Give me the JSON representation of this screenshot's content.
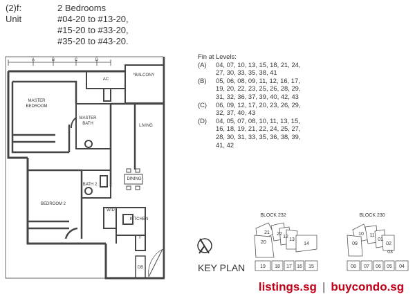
{
  "header": {
    "code": "(2)f:",
    "title": "2 Bedrooms",
    "unit_label": "Unit",
    "unit_lines": [
      "#04-20 to #13-20,",
      "#15-20 to #33-20,",
      "#35-20 to #43-20."
    ]
  },
  "finishes": {
    "title": "Fin at Levels:",
    "rows": [
      {
        "letter": "(A)",
        "lines": [
          "04, 07, 10, 13, 15, 18, 21, 24,",
          "27, 30, 33, 35, 38, 41"
        ]
      },
      {
        "letter": "(B)",
        "lines": [
          "05, 06, 08, 09, 11, 12, 16, 17,",
          "19, 20, 22, 23, 25, 26, 28, 29,",
          "31, 32, 36, 37, 39, 40, 42, 43"
        ]
      },
      {
        "letter": "(C)",
        "lines": [
          "06, 09, 12, 17, 20, 23, 26, 29,",
          "32, 37, 40, 43"
        ]
      },
      {
        "letter": "(D)",
        "lines": [
          "04, 05, 07, 08, 10, 11, 13, 15,",
          "16, 18, 19, 21, 22, 24, 25, 27,",
          "28, 30, 31, 33, 35, 36, 38, 39,",
          "41, 42"
        ]
      }
    ]
  },
  "plan": {
    "wall_color": "#444444",
    "fin_markers": [
      "A",
      "B",
      "C",
      "D"
    ],
    "rooms": {
      "ac": "AC",
      "balcony": "*BALCONY",
      "master_bedroom_1": "MASTER",
      "master_bedroom_2": "BEDROOM",
      "master_bath_1": "MASTER",
      "master_bath_2": "BATH",
      "living": "LIVING",
      "dining": "DINING",
      "bath2": "BATH 2",
      "bedroom2": "BEDROOM 2",
      "wd": "W/D",
      "kitchen": "KITCHEN",
      "f": "F",
      "db": "DB"
    }
  },
  "key_plan": {
    "label": "KEY PLAN",
    "block232": {
      "label": "BLOCK 232",
      "top_units": [
        "21",
        "22",
        "12",
        "13"
      ],
      "mid_units": [
        "20",
        "14"
      ],
      "bottom_units": [
        "19",
        "18",
        "17",
        "16",
        "15"
      ]
    },
    "block230": {
      "label": "BLOCK 230",
      "top_units": [
        "10",
        "11",
        "01",
        "02"
      ],
      "mid_units": [
        "09",
        "03"
      ],
      "bottom_units": [
        "08",
        "07",
        "06",
        "05",
        "04"
      ]
    }
  },
  "brand": {
    "left": "listings.sg",
    "separator": "|",
    "right": "buycondo.sg",
    "color": "#c00018"
  }
}
